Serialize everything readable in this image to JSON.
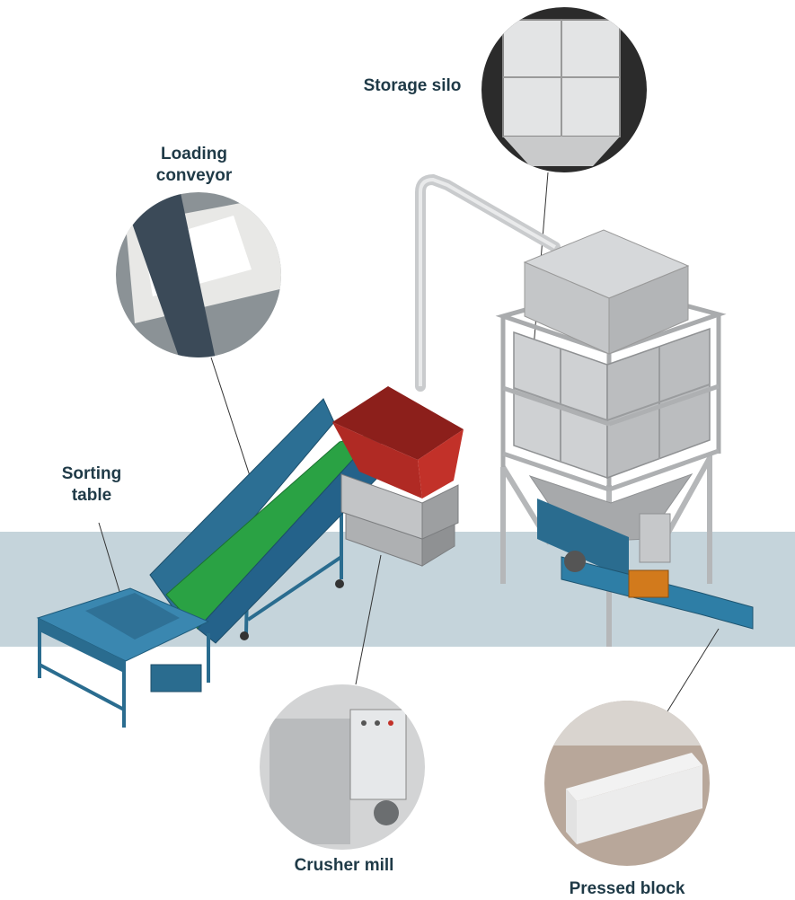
{
  "labels": {
    "storage_silo": "Storage silo",
    "loading_conveyor": [
      "Loading",
      "conveyor"
    ],
    "sorting_table": [
      "Sorting",
      "table"
    ],
    "crusher_mill": "Crusher mill",
    "pressed_block": "Pressed block"
  },
  "colors": {
    "band": "#c5d4db",
    "label_text": "#1f3a47",
    "conveyor_blue": "#2a6c8f",
    "belt_green": "#2aa244",
    "hopper_red": "#b02a24",
    "silo_gray": "#c8cacc",
    "frame_gray": "#b6b8ba",
    "motor_orange": "#d27a1c"
  },
  "icons": {
    "sorting_table": "sorting-table-icon",
    "loading_conveyor": "conveyor-icon",
    "crusher_mill": "crusher-mill-icon",
    "storage_silo": "storage-silo-icon",
    "pressed_block": "pressed-block-icon"
  }
}
